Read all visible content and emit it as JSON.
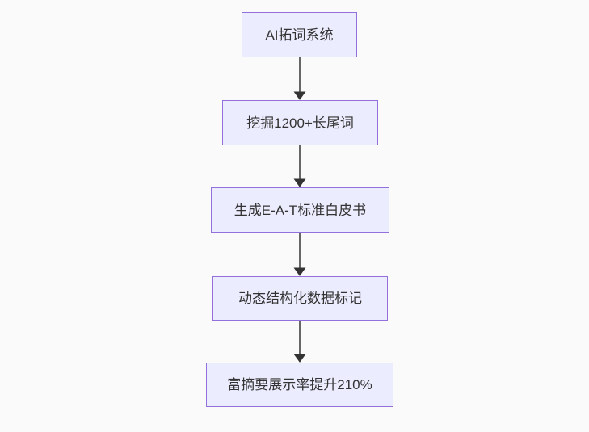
{
  "diagram": {
    "type": "flowchart",
    "direction": "top-to-bottom",
    "nodes": [
      {
        "id": "node-1",
        "label": "AI拓词系统"
      },
      {
        "id": "node-2",
        "label": "挖掘1200+长尾词"
      },
      {
        "id": "node-3",
        "label": "生成E-A-T标准白皮书"
      },
      {
        "id": "node-4",
        "label": "动态结构化数据标记"
      },
      {
        "id": "node-5",
        "label": "富摘要展示率提升210%"
      }
    ],
    "edges": [
      {
        "from": "node-1",
        "to": "node-2"
      },
      {
        "from": "node-2",
        "to": "node-3"
      },
      {
        "from": "node-3",
        "to": "node-4"
      },
      {
        "from": "node-4",
        "to": "node-5"
      }
    ],
    "colors": {
      "background": "#fafafa",
      "node_fill": "#ececff",
      "node_border": "#9370db",
      "node_text": "#333333",
      "edge_line": "#666666",
      "arrowhead": "#333333"
    }
  }
}
